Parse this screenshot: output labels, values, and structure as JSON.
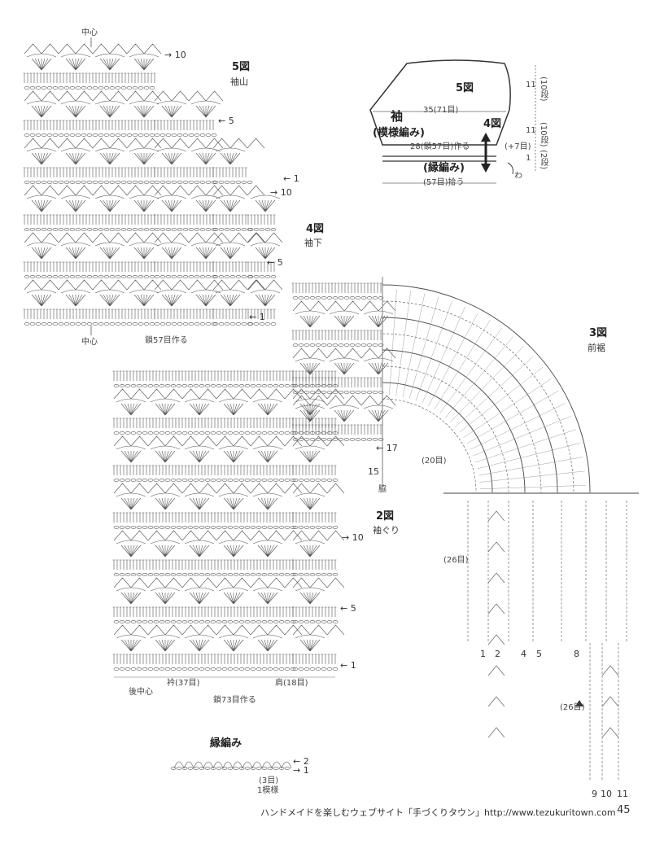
{
  "sleeve_chart": {
    "title": "5図",
    "subtitle": "袖山",
    "center_top": "中心",
    "center_bottom": "中心",
    "marks": [
      "10",
      "5",
      "1",
      "10",
      "5",
      "1"
    ],
    "chain_start": "鎖57目作る"
  },
  "underarm": {
    "title": "4図",
    "subtitle": "袖下"
  },
  "schematic": {
    "title_5": "5図",
    "title_4": "4図",
    "sleeve": "袖",
    "pattern": "(模様編み)",
    "edging": "(縁編み)",
    "width_top": "35(71目)",
    "width_bottom": "28(鎖57目)作る",
    "pickup": "(57目)拾う",
    "increase": "(+7目)",
    "wa": "わ",
    "right_dims": [
      "11",
      "(10段)",
      "11",
      "(10段)",
      "1",
      "(2段)"
    ]
  },
  "front_hem": {
    "title": "3図",
    "subtitle": "前裾",
    "span_20": "(20目)",
    "span_26a": "(26目)",
    "span_26b": "(26目)",
    "side": "脇",
    "bottom_marks_a": [
      "1",
      "2",
      "4",
      "5",
      "8"
    ],
    "bottom_marks_b": [
      "9",
      "10",
      "11"
    ]
  },
  "body_chart": {
    "title": "2図",
    "subtitle": "袖ぐり",
    "marks": [
      "17",
      "15",
      "10",
      "5",
      "1"
    ],
    "back_center": "後中心",
    "collar": "衿(37目)",
    "shoulder": "肩(18目)",
    "chain_start": "鎖73目作る"
  },
  "edging_chart": {
    "title": "縁編み",
    "marks": [
      "2",
      "1"
    ],
    "repeat_count": "(3目)",
    "repeat_label": "1模様"
  },
  "footer": {
    "text": "ハンドメイドを楽しむウェブサイト「手づくりタウン」http://www.tezukuritown.com",
    "page": "45"
  }
}
